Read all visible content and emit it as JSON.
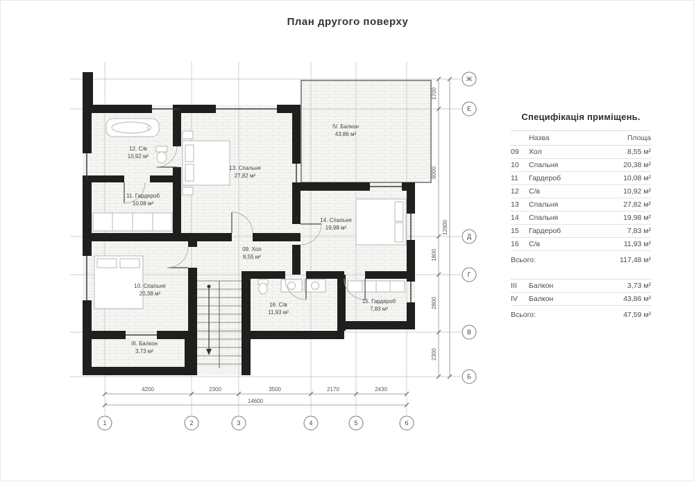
{
  "page_title": "План другого поверху",
  "spec_table": {
    "title": "Специфікація приміщень.",
    "header": {
      "name": "Назва",
      "area": "Площа"
    },
    "rooms": [
      {
        "num": "09",
        "name": "Хол",
        "area": "8,55 м²"
      },
      {
        "num": "10",
        "name": "Спальня",
        "area": "20,38 м²"
      },
      {
        "num": "11",
        "name": "Гардероб",
        "area": "10,08 м²"
      },
      {
        "num": "12",
        "name": "С/в",
        "area": "10,92 м²"
      },
      {
        "num": "13",
        "name": "Спальня",
        "area": "27,82 м²"
      },
      {
        "num": "14",
        "name": "Спальня",
        "area": "19,98 м²"
      },
      {
        "num": "15",
        "name": "Гардероб",
        "area": "7,83 м²"
      },
      {
        "num": "16",
        "name": "С/в",
        "area": "11,93 м²"
      }
    ],
    "rooms_total": {
      "label": "Всього:",
      "area": "117,48 м²"
    },
    "balconies": [
      {
        "num": "III",
        "name": "Балкон",
        "area": "3,73 м²"
      },
      {
        "num": "IV",
        "name": "Балкон",
        "area": "43,86 м²"
      }
    ],
    "balconies_total": {
      "label": "Всього:",
      "area": "47,59 м²"
    }
  },
  "plan": {
    "room_labels": [
      {
        "name": "12. С/в",
        "area": "10,92 м²"
      },
      {
        "name": "13. Спальня",
        "area": "27,82 м²"
      },
      {
        "name": "IV. Балкон",
        "area": "43,86 м²"
      },
      {
        "name": "11. Гардероб",
        "area": "10,08 м²"
      },
      {
        "name": "14. Спальня",
        "area": "19,98 м²"
      },
      {
        "name": "09. Хол",
        "area": "8,55 м²"
      },
      {
        "name": "10. Спальня",
        "area": "20,38 м²"
      },
      {
        "name": "16. С/в",
        "area": "11,93 м²"
      },
      {
        "name": "15. Гардероб",
        "area": "7,83 м²"
      },
      {
        "name": "III. Балкон",
        "area": "3,73 м²"
      }
    ],
    "axes_bottom": [
      "1",
      "2",
      "3",
      "4",
      "5",
      "6"
    ],
    "axes_right": [
      "Ж",
      "Е",
      "Д",
      "Г",
      "В",
      "Б"
    ],
    "dims_bottom": [
      "4200",
      "2300",
      "3500",
      "2170",
      "2430"
    ],
    "dims_bottom_total": "14600",
    "dims_right": [
      "1700",
      "6000",
      "1800",
      "2800",
      "2300"
    ],
    "dims_right_total": "12900"
  }
}
